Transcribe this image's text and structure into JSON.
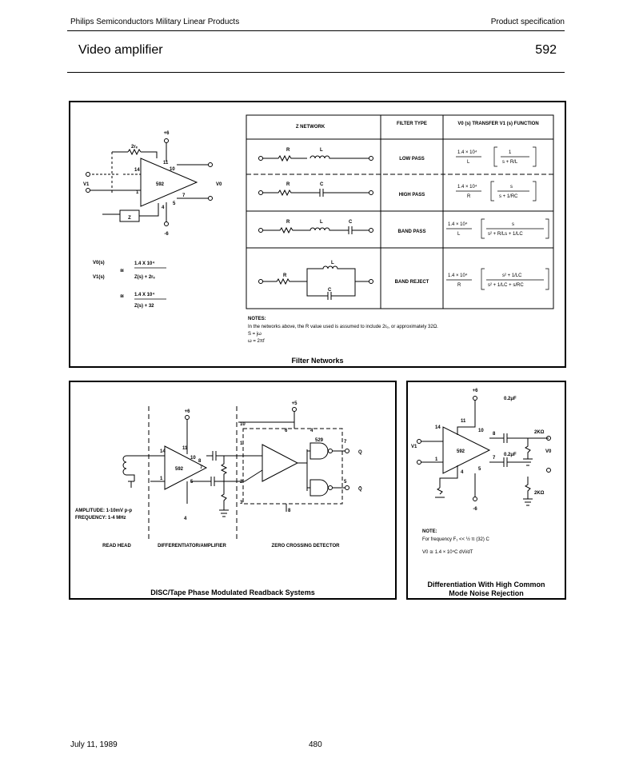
{
  "header": {
    "company": "Philips Semiconductors Military Linear Products",
    "doc_type": "Product specification",
    "title": "Video amplifier",
    "part_number": "592"
  },
  "filter_networks": {
    "caption": "Filter Networks",
    "table_headers": [
      "Z NETWORK",
      "FILTER TYPE",
      "V0 (s) TRANSFER V1 (s) FUNCTION"
    ],
    "rows": [
      {
        "type": "LOW PASS",
        "gain": "1.4 × 10⁴",
        "den": "L",
        "fn_num": "1",
        "fn_den": "s + R/L",
        "elements": [
          "R",
          "L"
        ]
      },
      {
        "type": "HIGH PASS",
        "gain": "1.4 × 10⁴",
        "den": "R",
        "fn_num": "s",
        "fn_den": "s + 1/RC",
        "elements": [
          "R",
          "C"
        ]
      },
      {
        "type": "BAND PASS",
        "gain": "1.4 × 10⁴",
        "den": "L",
        "fn_num": "s",
        "fn_den": "s² + R/Ls + 1/LC",
        "elements": [
          "R",
          "L",
          "C"
        ]
      },
      {
        "type": "BAND REJECT",
        "gain": "1.4 × 10⁴",
        "den": "R",
        "fn_num": "s² + 1/LC",
        "fn_den": "s² + 1/LC + s/RC",
        "elements": [
          "R",
          "L",
          "C"
        ]
      }
    ],
    "notes_title": "NOTES:",
    "notes": [
      "In the networks above, the R value used is assumed to include 2rₑ, or approximately 32Ω.",
      "S = jω",
      "ω = 2πf"
    ],
    "circuit_labels": {
      "plus6": "+6",
      "minus6": "-6",
      "re": "2rₑ",
      "chip": "592",
      "vo": "V0",
      "vi": "V1",
      "z": "Z",
      "p14": "14",
      "p11": "11",
      "p10": "10",
      "p1": "1",
      "p4": "4",
      "p5": "5",
      "p7": "7"
    },
    "equation": {
      "lhs_top": "V0(s)",
      "lhs_bot": "V1(s)",
      "eq": "≅",
      "n1": "1.4 X 10⁴",
      "d1": "Z(s) + 2rₑ",
      "n2": "1.4 X 10⁴",
      "d2": "Z(s) + 32"
    }
  },
  "disc_tape": {
    "caption": "DISC/Tape Phase Modulated Readback Systems",
    "amplitude": "AMPLITUDE: 1-10mV p-p",
    "frequency": "FREQUENCY: 1-4 MHz",
    "labels": [
      "READ HEAD",
      "DIFFERENTIATOR/AMPLIFIER",
      "ZERO CROSSING DETECTOR"
    ],
    "plus6": "+6",
    "plus5": "+5",
    "chip": "592",
    "gate": "529",
    "q": "Q",
    "qbar": "Q̄",
    "pins": {
      "p14": "14",
      "p11": "11",
      "p10": "10",
      "p1": "1",
      "p4": "4",
      "p5": "5",
      "p7": "7",
      "p8": "8",
      "z1": "1",
      "z2": "2",
      "z3": "3",
      "z4": "4",
      "z6": "6",
      "z7": "7",
      "z5": "5",
      "z8": "8",
      "z10": "10"
    }
  },
  "differentiation": {
    "caption_line1": "Differentiation With High Common",
    "caption_line2": "Mode Noise Rejection",
    "plus6": "+6",
    "minus6": "-6",
    "chip": "592",
    "c1": "0.2μF",
    "c2": "0.2μF",
    "r1": "2KΩ",
    "r2": "2KΩ",
    "vo": "V0",
    "vi": "V1",
    "pins": {
      "p14": "14",
      "p11": "11",
      "p10": "10",
      "p1": "1",
      "p4": "4",
      "p5": "5",
      "p7": "7",
      "p8": "8"
    },
    "note_title": "NOTE:",
    "note_line1": "For frequency F₁ << ½ π (32) C",
    "note_line2": "V0 ≅ 1.4 × 10⁴C dVi/dT"
  },
  "footer": {
    "date": "July 11, 1989",
    "page": "480"
  }
}
